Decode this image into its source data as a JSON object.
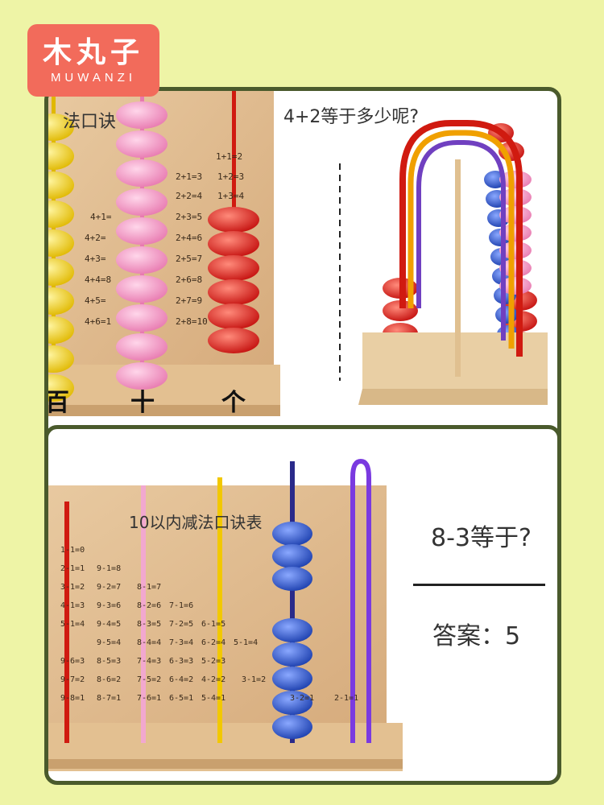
{
  "brand": {
    "name_cn": "木丸子",
    "name_en": "MUWANZI",
    "color": "#f26b5b"
  },
  "panel_top": {
    "question": "4+2等于多少呢?",
    "board_title": "法口诀",
    "place_units": [
      "百",
      "十",
      "个"
    ],
    "formulas": [
      "1+1=2",
      "2+1=3",
      "1+2=3",
      "2+2=4",
      "1+3=4",
      "4+1=",
      "2+3=5",
      "4+2=",
      "2+4=6",
      "4+3=",
      "2+5=7",
      "4+4=8",
      "2+6=8",
      "4+5=",
      "2+7=9",
      "4+6=1",
      "2+8=10"
    ]
  },
  "panel_bottom": {
    "board_title": "10以内减法口诀表",
    "formulas": [
      "1-1=0",
      "2-1=1",
      "9-1=8",
      "3-1=2",
      "9-2=7",
      "8-1=7",
      "4-1=3",
      "9-3=6",
      "8-2=6",
      "7-1=6",
      "5-1=4",
      "9-4=5",
      "8-3=5",
      "7-2=5",
      "6-1=5",
      "9-5=4",
      "8-4=4",
      "7-3=4",
      "6-2=4",
      "5-1=4",
      "9-6=3",
      "8-5=3",
      "7-4=3",
      "6-3=3",
      "5-2=3",
      "9-7=2",
      "8-6=2",
      "7-5=2",
      "6-4=2",
      "4-2=2",
      "3-1=2",
      "9-8=1",
      "8-7=1",
      "7-6=1",
      "6-5=1",
      "5-4=1",
      "3-2=1",
      "2-1=1"
    ],
    "question": "8-3等于?",
    "answer": "答案：5"
  }
}
